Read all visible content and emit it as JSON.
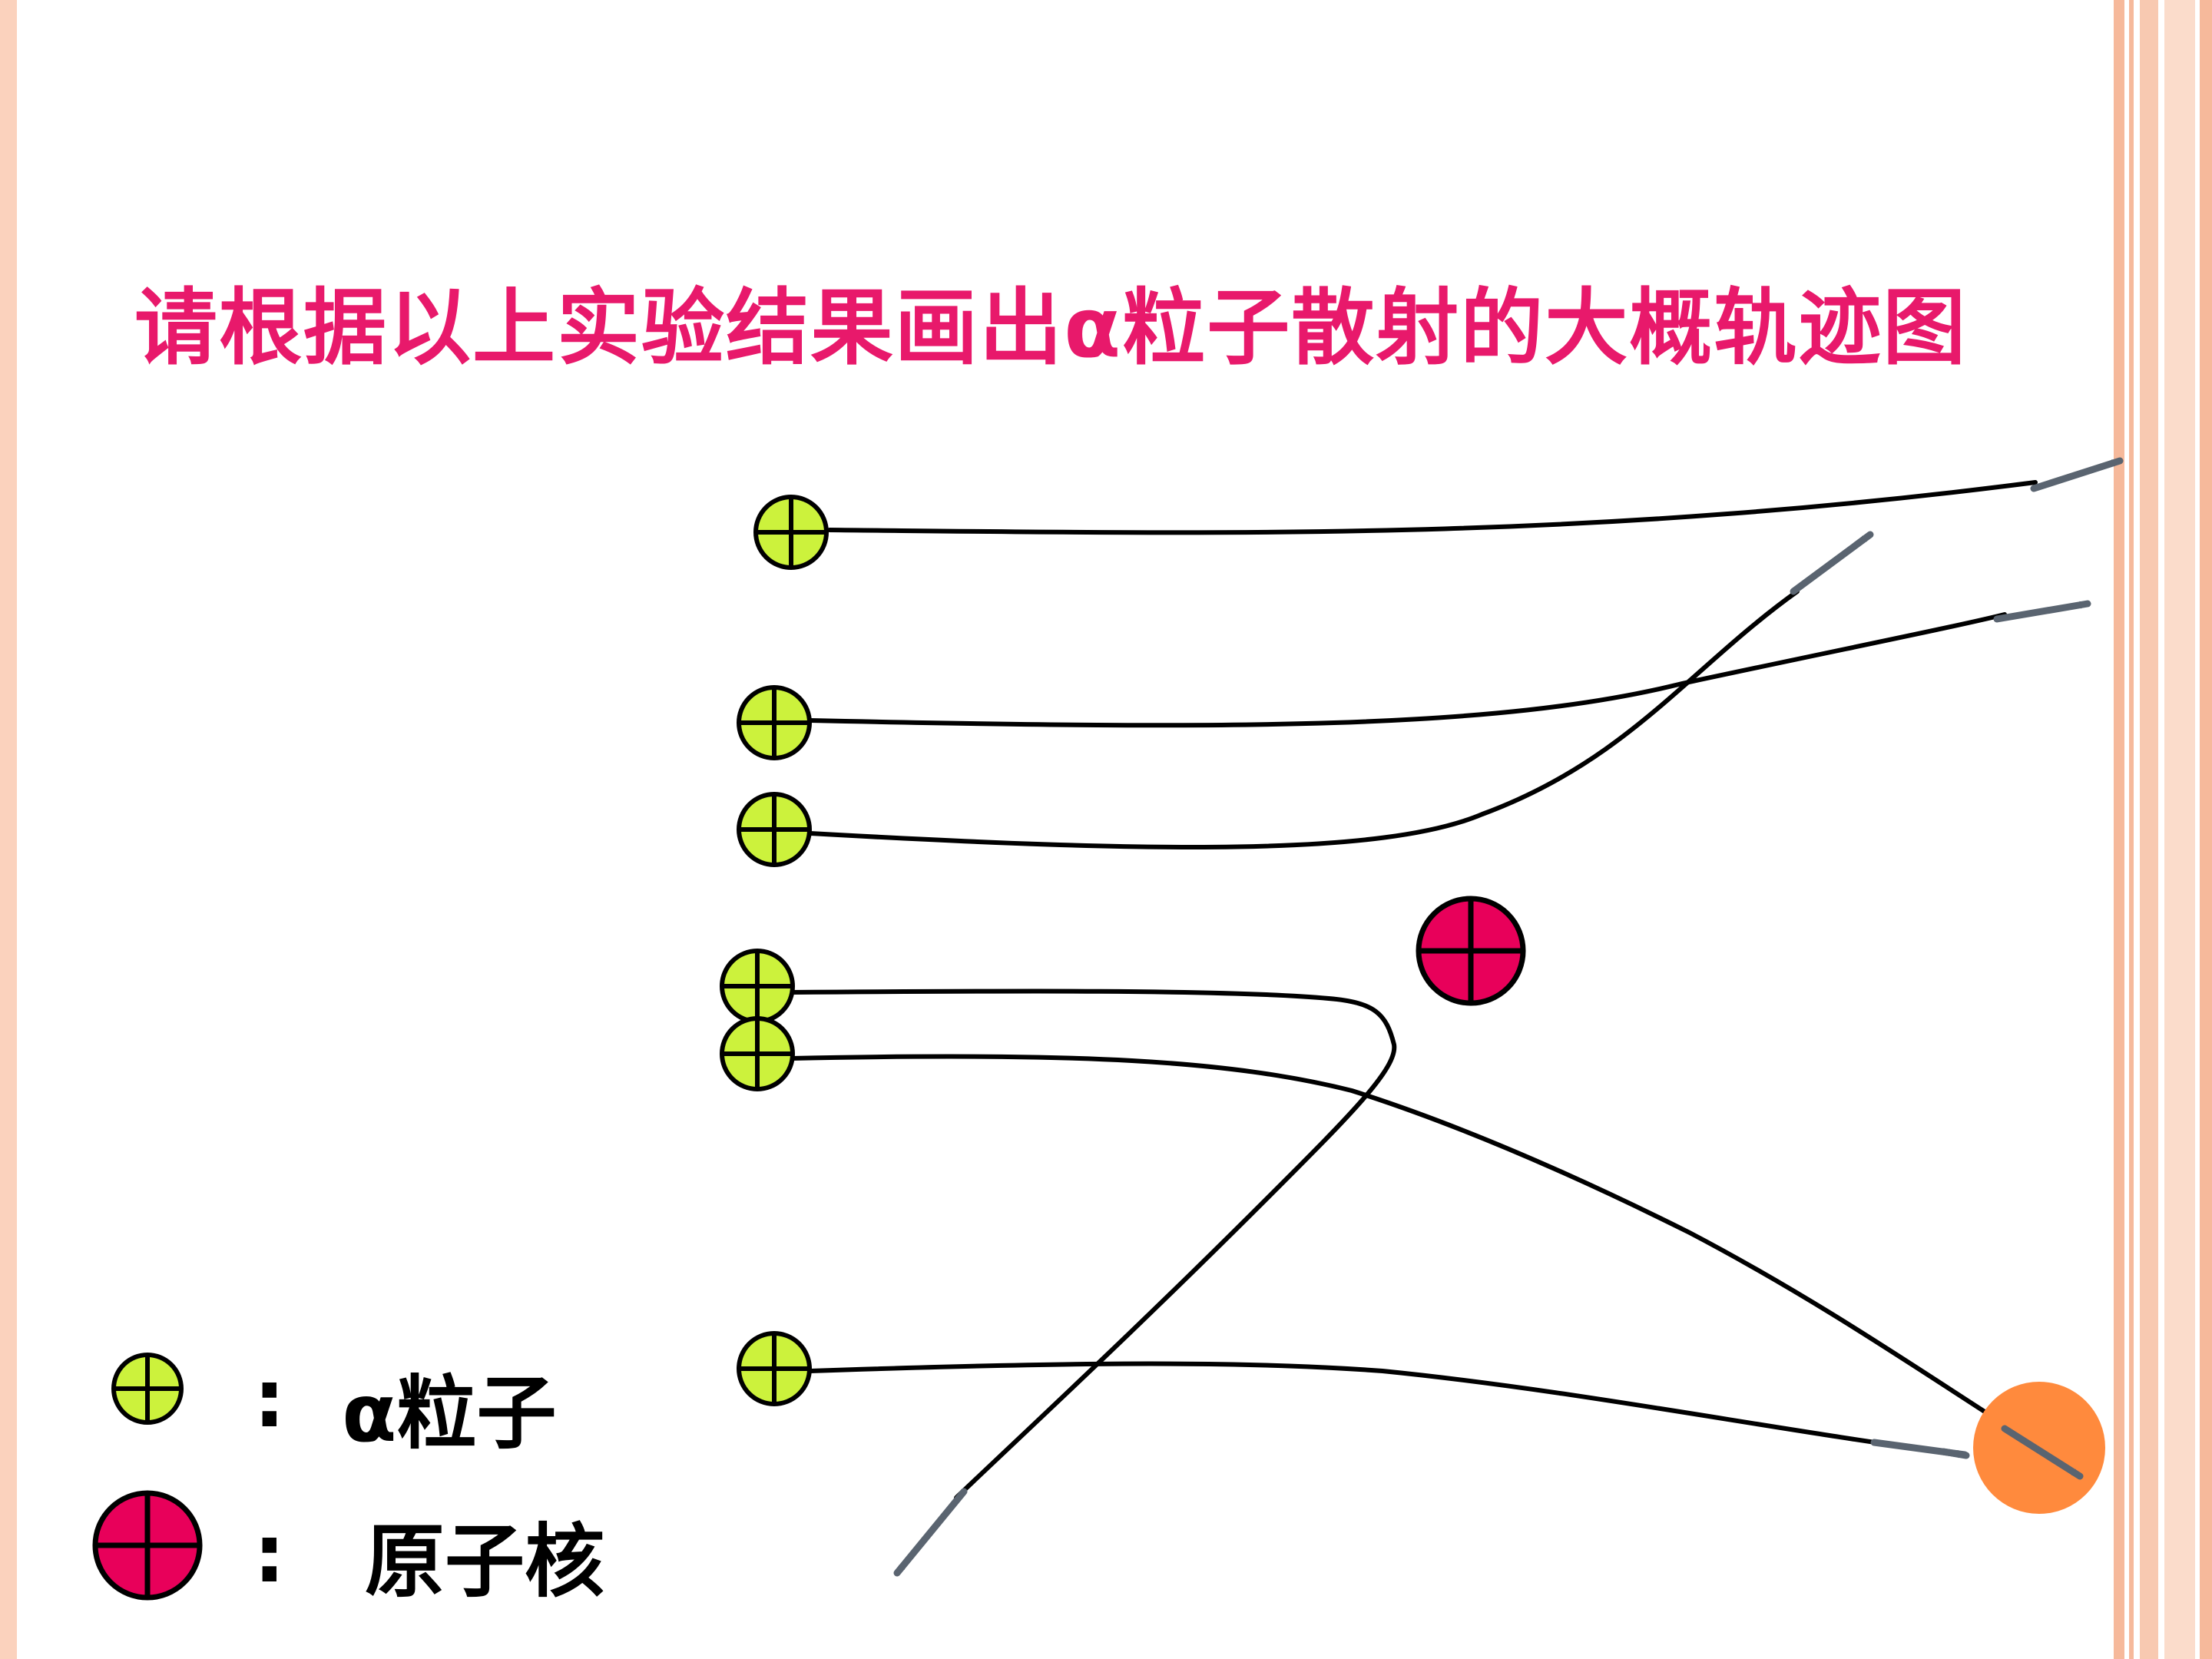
{
  "title": "请根据以上实验结果画出α粒子散射的大概轨迹图",
  "legend": {
    "alpha": {
      "separator": ":",
      "label": "α粒子"
    },
    "nucleus": {
      "separator": ":",
      "label": "原子核"
    }
  },
  "colors": {
    "title": "#e8196b",
    "alpha_particle_fill": "#ccf23c",
    "nucleus_fill": "#e8005a",
    "target_marker": "#ff8a3d",
    "trajectory": "#000000",
    "arrowhead": "#5a6470",
    "border_stripe": "#f6b99b"
  },
  "icons": {
    "alpha_particle": "circle-plus-icon",
    "nucleus": "circle-plus-icon",
    "arrow": "arrow-icon"
  }
}
